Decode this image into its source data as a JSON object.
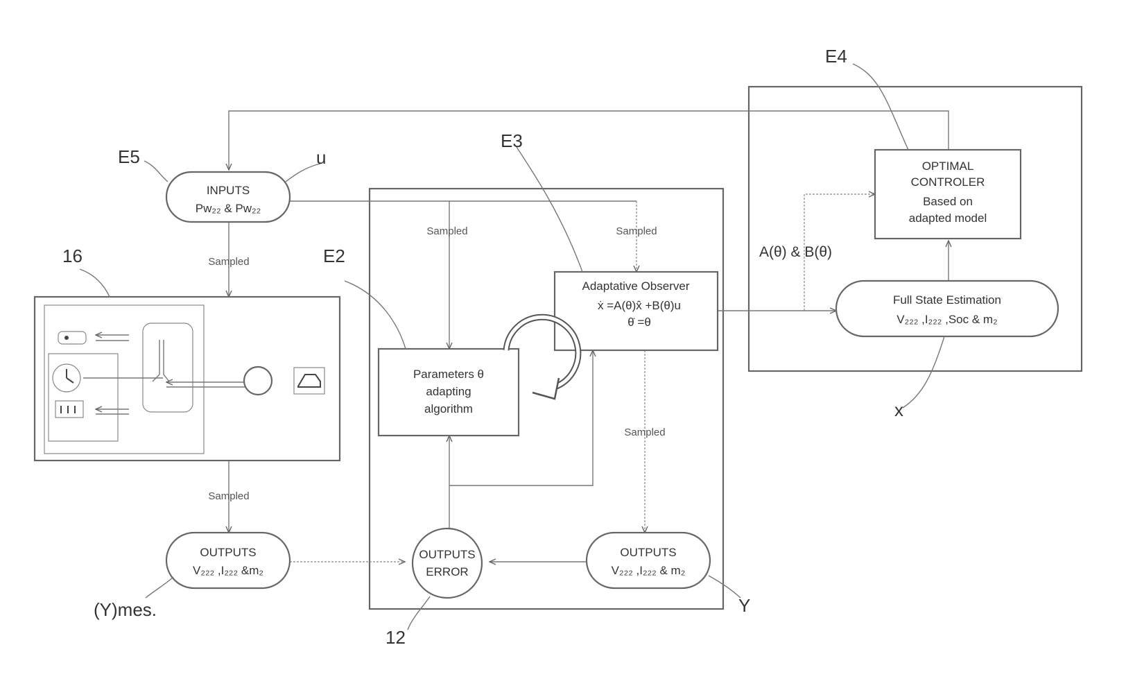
{
  "refs": {
    "e4": "E4",
    "e5": "E5",
    "e3": "E3",
    "e2": "E2",
    "n16": "16",
    "n12": "12",
    "u": "u",
    "x": "x",
    "y": "Y",
    "ymes": "(Y)mes."
  },
  "inputs": {
    "line1": "INPUTS",
    "line2": "Pw₂₂ & Pw₂₂"
  },
  "controller": {
    "line1": "OPTIMAL",
    "line2": "CONTROLER",
    "line3": "Based on",
    "line4": "adapted model"
  },
  "full_state": {
    "line1": "Full State Estimation",
    "line2": "V₂₂₂ ,I₂₂₂ ,Soc & m₂"
  },
  "observer": {
    "line1": "Adaptative Observer",
    "line2": "ẋ =A(θ)x̂ +B(θ)u",
    "line3": "θ̇ =θ"
  },
  "params": {
    "line1": "Parameters θ",
    "line2": "adapting",
    "line3": "algorithm"
  },
  "outputs_meas": {
    "line1": "OUTPUTS",
    "line2": "V₂₂₂ ,I₂₂₂ &m₂"
  },
  "outputs_error": {
    "line1": "OUTPUTS",
    "line2": "ERROR"
  },
  "outputs_est": {
    "line1": "OUTPUTS",
    "line2": "V₂₂₂ ,I₂₂₂ & m₂"
  },
  "ab_label": "A(θ) & B(θ)",
  "sampled": "Sampled"
}
